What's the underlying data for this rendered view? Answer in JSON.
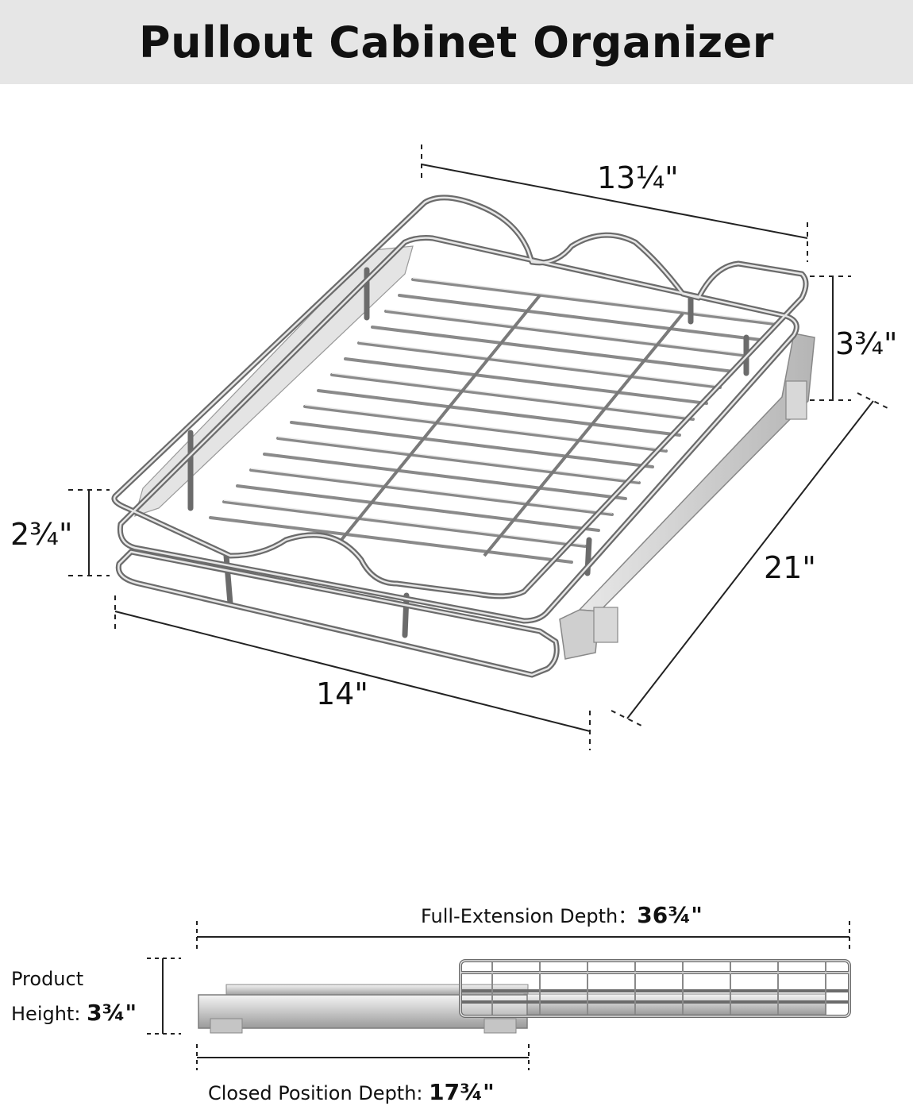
{
  "title": "Pullout Cabinet Organizer",
  "dimensions": {
    "top_width": "13¼\"",
    "bottom_width": "14\"",
    "rear_height": "3¾\"",
    "front_height": "2¾\"",
    "depth": "21\""
  },
  "side_view": {
    "full_extension_label": "Full-Extension Depth：",
    "full_extension_value": "36¾\"",
    "product_height_label_line1": "Product",
    "product_height_label_line2": "Height: ",
    "product_height_value": "3¾\"",
    "closed_depth_label": "Closed Position Depth: ",
    "closed_depth_value": "17¾\""
  },
  "colors": {
    "header_bg": "#e6e6e6",
    "dimension_line": "#222222",
    "chrome_dark": "#6b6b6b",
    "chrome_light": "#dcdcdc"
  }
}
